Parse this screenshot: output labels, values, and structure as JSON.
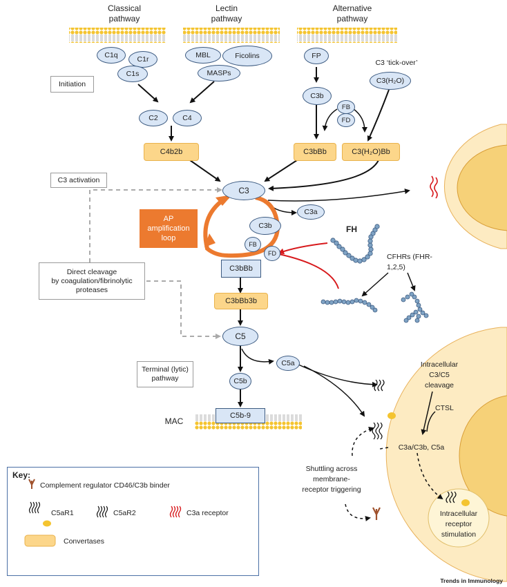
{
  "pathways": {
    "classical": "Classical\npathway",
    "lectin": "Lectin\npathway",
    "alternative": "Alternative\npathway"
  },
  "molecules": {
    "c1q": "C1q",
    "c1r": "C1r",
    "c1s": "C1s",
    "mbl": "MBL",
    "ficolins": "Ficolins",
    "masps": "MASPs",
    "fp": "FP",
    "c3b_top": "C3b",
    "fb_top": "FB",
    "fd_top": "FD",
    "tickover": "C3 ‘tick-over’",
    "c3h2o": "C3(H₂O)",
    "c2": "C2",
    "c4": "C4",
    "c3": "C3",
    "c3a": "C3a",
    "c3b_loop": "C3b",
    "fb_loop": "FB",
    "fd_loop": "FD",
    "fh": "FH",
    "cfhrs": "CFHRs (FHR-\n1,2,5)",
    "c5": "C5",
    "c5a": "C5a",
    "c5b": "C5b"
  },
  "convertases": {
    "c4b2b": "C4b2b",
    "c3bbb_top": "C3bBb",
    "c3h2obb": "C3(H₂O)Bb",
    "c3bbb": "C3bBb",
    "c3bbb3b": "C3bBb3b",
    "c5b9": "C5b-9"
  },
  "boxes": {
    "initiation": "Initiation",
    "c3activation": "C3 activation",
    "direct_cleavage": "Direct cleavage\nby coagulation/fibrinolytic\nproteases",
    "terminal": "Terminal (lytic)\npathway",
    "ap_loop": "AP\namplification\nloop"
  },
  "labels": {
    "mac": "MAC",
    "intracellular_cleavage": "Intracellular\nC3/C5\ncleavage",
    "ctsl": "CTSL",
    "c3a_c3b_c5a": "C3a/C3b, C5a",
    "shuttling": "Shuttling across\nmembrane-\nreceptor triggering",
    "intracellular_receptor": "Intracellular\nreceptor\nstimulation",
    "footer": "Trends in Immunology"
  },
  "key": {
    "title": "Key:",
    "cd46": "Complement regulator CD46/C3b binder",
    "c5ar1": "C5aR1",
    "c5ar2": "C5aR2",
    "c3ar": "C3a receptor",
    "convertases": "Convertases"
  },
  "colors": {
    "oval_fill": "#d9e6f6",
    "oval_stroke": "#3c5a80",
    "convertase": "#fcd68a",
    "amplification": "#ec7a2f",
    "cell": "#fdebc2",
    "nucleus": "#f6d178",
    "fh_red": "#d7191c",
    "membrane": "#f4c430"
  }
}
